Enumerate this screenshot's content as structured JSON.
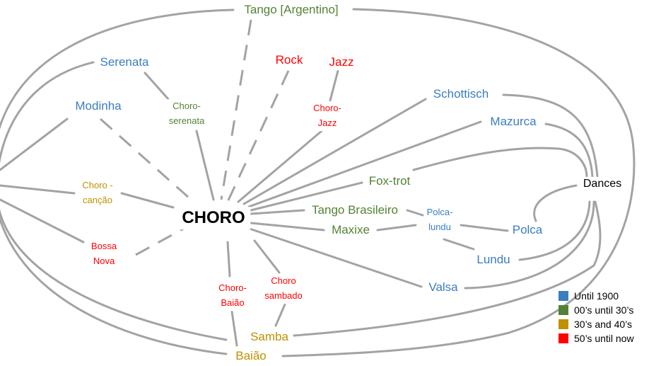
{
  "colors": {
    "until_1900": "#3a7dc0",
    "00s_30s": "#548235",
    "30s_40s": "#bf9000",
    "50s_now": "#ff0000",
    "edge": "#a3a3a3"
  },
  "center": {
    "label": "CHORO"
  },
  "dances": {
    "label": "Dances"
  },
  "nodes": {
    "tango_argentino": {
      "label": "Tango [Argentino]",
      "era": "00s_30s"
    },
    "serenata": {
      "label": "Serenata",
      "era": "until_1900"
    },
    "choro_serenata": {
      "lines": [
        "Choro-",
        "serenata"
      ],
      "era": "00s_30s"
    },
    "modinha": {
      "label": "Modinha",
      "era": "until_1900"
    },
    "rock": {
      "label": "Rock",
      "era": "50s_now"
    },
    "jazz": {
      "label": "Jazz",
      "era": "50s_now"
    },
    "choro_jazz": {
      "lines": [
        "Choro-",
        "Jazz"
      ],
      "era": "50s_now"
    },
    "schottisch": {
      "label": "Schottisch",
      "era": "until_1900"
    },
    "mazurca": {
      "label": "Mazurca",
      "era": "until_1900"
    },
    "fox_trot": {
      "label": "Fox-trot",
      "era": "00s_30s"
    },
    "tango_brasileiro": {
      "label": "Tango Brasileiro",
      "era": "00s_30s"
    },
    "maxixe": {
      "label": "Maxixe",
      "era": "00s_30s"
    },
    "polca_lundu": {
      "lines": [
        "Polca-",
        "lundu"
      ],
      "era": "until_1900"
    },
    "polca": {
      "label": "Polca",
      "era": "until_1900"
    },
    "lundu": {
      "label": "Lundu",
      "era": "until_1900"
    },
    "valsa": {
      "label": "Valsa",
      "era": "until_1900"
    },
    "choro_cancao": {
      "lines": [
        "Choro -",
        "canção"
      ],
      "era": "30s_40s"
    },
    "bossa_nova": {
      "lines": [
        "Bossa",
        "Nova"
      ],
      "era": "50s_now"
    },
    "choro_baiao": {
      "lines": [
        "Choro-",
        "Baião"
      ],
      "era": "50s_now"
    },
    "choro_sambado": {
      "lines": [
        "Choro",
        "sambado"
      ],
      "era": "50s_now"
    },
    "samba": {
      "label": "Samba",
      "era": "30s_40s"
    },
    "baiao": {
      "label": "Baião",
      "era": "30s_40s"
    }
  },
  "legend": [
    {
      "label": "Until 1900",
      "era": "until_1900"
    },
    {
      "label": "00’s until 30’s",
      "era": "00s_30s"
    },
    {
      "label": "30’s and 40’s",
      "era": "30s_40s"
    },
    {
      "label": "50’s until now",
      "era": "50s_now"
    }
  ]
}
